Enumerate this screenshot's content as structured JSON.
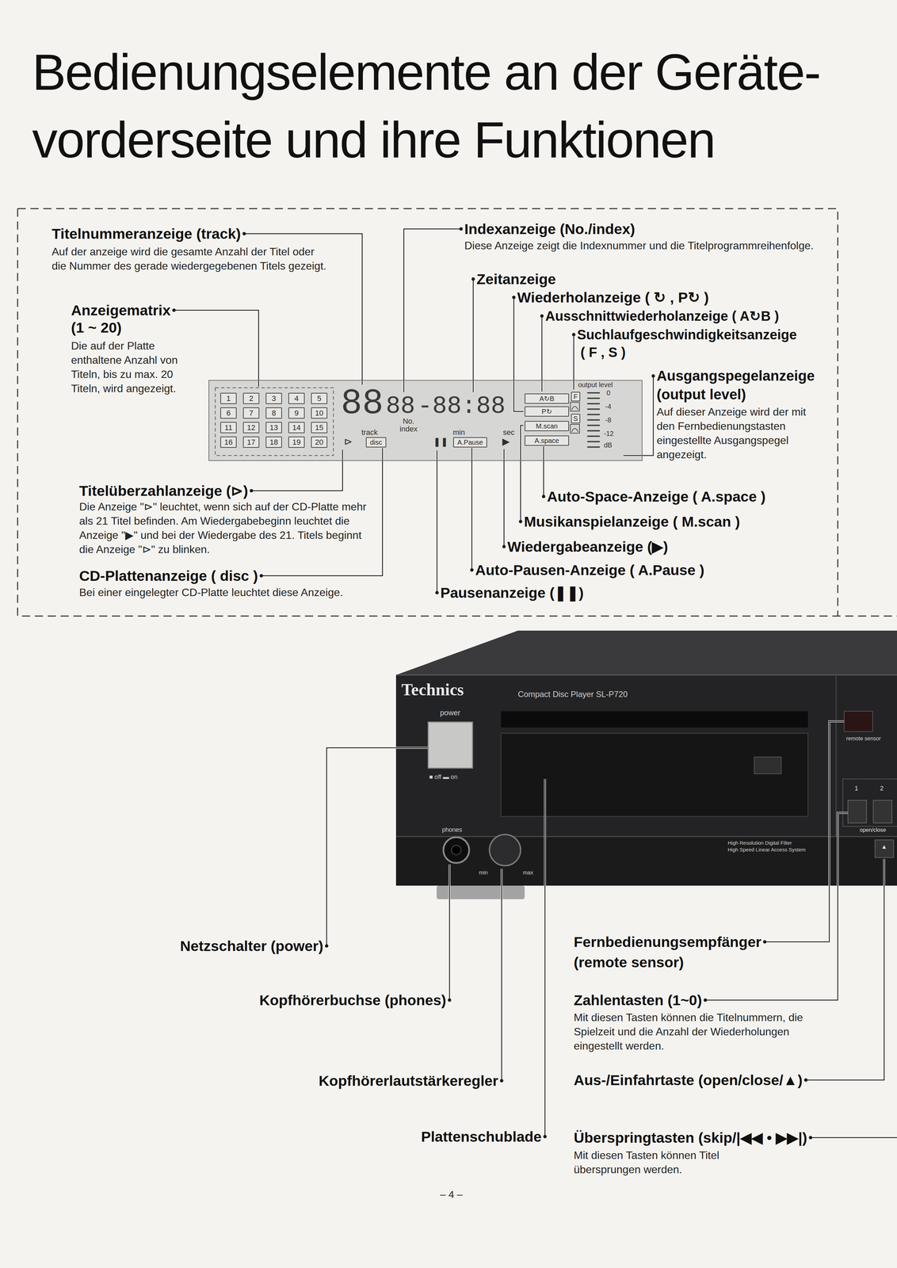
{
  "diagram": {
    "title": "Bedienungselemente an der Geräte- vorderseite und ihre Funktionen",
    "nodes": [
      {
        "text": [
          "88",
          "88",
          "-88:88",
          "No. index",
          "track",
          "min",
          "sec",
          "⊳",
          "❚❚",
          "▶",
          "output level",
          "0",
          "-4",
          "-8",
          "-12",
          "dB"
        ]
      },
      {
        "text": [
          "1"
        ],
        "in": 0
      },
      {
        "text": [
          "2"
        ],
        "in": 0
      },
      {
        "text": [
          "3"
        ],
        "in": 0
      },
      {
        "text": [
          "4"
        ],
        "in": 0
      },
      {
        "text": [
          "5"
        ],
        "in": 0
      },
      {
        "text": [
          "6"
        ],
        "in": 0
      },
      {
        "text": [
          "7"
        ],
        "in": 0
      },
      {
        "text": [
          "8"
        ],
        "in": 0
      },
      {
        "text": [
          "9"
        ],
        "in": 0
      },
      {
        "text": [
          "10"
        ],
        "in": 0
      },
      {
        "text": [
          "11"
        ],
        "in": 0
      },
      {
        "text": [
          "12"
        ],
        "in": 0
      },
      {
        "text": [
          "13"
        ],
        "in": 0
      },
      {
        "text": [
          "14"
        ],
        "in": 0
      },
      {
        "text": [
          "15"
        ],
        "in": 0
      },
      {
        "text": [
          "16"
        ],
        "in": 0
      },
      {
        "text": [
          "17"
        ],
        "in": 0
      },
      {
        "text": [
          "18"
        ],
        "in": 0
      },
      {
        "text": [
          "19"
        ],
        "in": 0
      },
      {
        "text": [
          "20"
        ],
        "in": 0
      },
      {
        "text": [
          "disc"
        ],
        "in": 0
      },
      {
        "text": [
          "A.Pause"
        ],
        "in": 0
      },
      {
        "text": [
          "A↻B"
        ],
        "in": 0
      },
      {
        "text": [
          "P↻"
        ],
        "in": 0
      },
      {
        "text": [
          "M.scan"
        ],
        "in": 0
      },
      {
        "text": [
          "A.space"
        ],
        "in": 0
      },
      {
        "text": [
          "F"
        ],
        "in": 0
      },
      {
        "text": [
          "S"
        ],
        "in": 0
      }
    ],
    "labels": [
      "Titelnummeranzeige (track)",
      "Auf der anzeige wird die gesamte Anzahl der Titel oder die Nummer des gerade wiedergegebenen Titels gezeigt.",
      "Anzeigematrix",
      "(1 ~ 20)",
      "Die auf der Platte enthaltene Anzahl von Titeln, bis zu max. 20 Titeln, wird angezeigt.",
      "Indexanzeige (No./index)",
      "Diese Anzeige zeigt die Indexnummer und die Titelprogrammreihenfolge.",
      "Zeitanzeige",
      "Wiederholanzeige ( ↻ , P↻ )",
      "Ausschnittwiederholanzeige ( A↻B )",
      "Suchlaufgeschwindigkeitsanzeige",
      "( F , S )",
      "Ausgangspegelanzeige",
      "(output level)",
      "Auf dieser Anzeige wird der mit den Fernbedienungstasten eingestellte Ausgangspegel angezeigt.",
      "Auto-Space-Anzeige ( A.space )",
      "Musikanspielanzeige ( M.scan )",
      "Wiedergabeanzeige (▶)",
      "Auto-Pausen-Anzeige ( A.Pause )",
      "Pausenanzeige (❚❚)",
      "Titelüberzahlanzeige (⊳)",
      "Die Anzeige \"⊳\" leuchtet, wenn sich auf der CD-Platte mehr als 21 Titel befinden. Am Wiedergabebeginn leuchtet die Anzeige \"▶\" und bei der Wiedergabe des 21. Titels beginnt die Anzeige \"⊳\" zu blinken.",
      "CD-Plattenanzeige ( disc )",
      "Bei einer eingelegter CD-Platte leuchtet diese Anzeige.",
      "Technics",
      "Compact Disc Player SL-P720",
      "power",
      "■ off ▬ on",
      "phones",
      "min",
      "max",
      "High Resolution Digital Filter",
      "High Speed Linear Access System",
      "remote sensor",
      "1",
      "2",
      "open/close",
      "▲",
      "Netzschalter (power)",
      "Kopfhörerbuchse (phones)",
      "Kopfhörerlautstärkeregler",
      "Plattenschublade",
      "Fernbedienungsempfänger",
      "(remote sensor)",
      "Zahlentasten (1~0)",
      "Mit diesen Tasten können die Titelnummern, die Spielzeit und die Anzahl der Wiederholungen eingestellt werden.",
      "Aus-/Einfahrtaste (open/close/▲)",
      "Überspringtasten (skip/|◀◀ • ▶▶|)",
      "Mit diesen Tasten können Titel übersprungen werden.",
      "– 4 –"
    ]
  }
}
